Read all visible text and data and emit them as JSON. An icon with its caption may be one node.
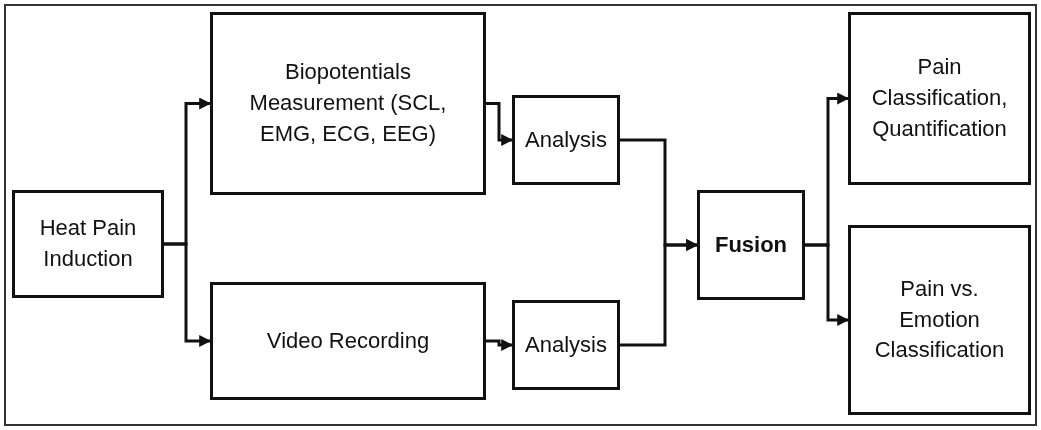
{
  "diagram": {
    "nodes": [
      {
        "text": [
          "Heat Pain Induction"
        ]
      },
      {
        "text": [
          "Biopotentials Measurement (SCL, EMG, ECG, EEG)"
        ]
      },
      {
        "text": [
          "Analysis"
        ]
      },
      {
        "text": [
          "Video Recording"
        ]
      },
      {
        "text": [
          "Analysis"
        ]
      },
      {
        "text": [
          "Fusion"
        ]
      },
      {
        "text": [
          "Pain Classification, Quantification"
        ]
      },
      {
        "text": [
          "Pain vs. Emotion Classification"
        ]
      }
    ],
    "edges": [
      {
        "from": 0,
        "to": 1,
        "arrow": "to"
      },
      {
        "from": 0,
        "to": 3,
        "arrow": "to"
      },
      {
        "from": 1,
        "to": 2,
        "arrow": "to"
      },
      {
        "from": 3,
        "to": 4,
        "arrow": "to"
      },
      {
        "from": 2,
        "to": 5,
        "arrow": "to"
      },
      {
        "from": 4,
        "to": 5,
        "arrow": "to"
      },
      {
        "from": 5,
        "to": 6,
        "arrow": "to"
      },
      {
        "from": 5,
        "to": 7,
        "arrow": "to"
      }
    ]
  }
}
